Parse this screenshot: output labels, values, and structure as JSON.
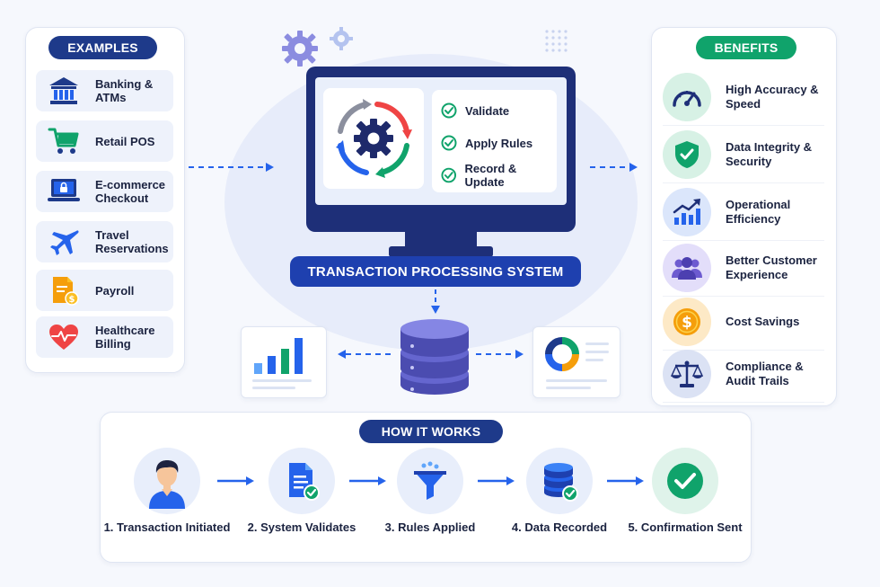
{
  "examples": {
    "title": "EXAMPLES",
    "items": [
      {
        "label": "Banking & ATMs",
        "icon": "bank-icon"
      },
      {
        "label": "Retail POS",
        "icon": "shopping-cart-icon"
      },
      {
        "label": "E-commerce Checkout",
        "icon": "laptop-lock-icon"
      },
      {
        "label": "Travel Reservations",
        "icon": "airplane-icon"
      },
      {
        "label": "Payroll",
        "icon": "payroll-document-icon"
      },
      {
        "label": "Healthcare Billing",
        "icon": "heart-pulse-icon"
      }
    ]
  },
  "center": {
    "system_title": "TRANSACTION PROCESSING SYSTEM",
    "steps": [
      {
        "label": "Validate"
      },
      {
        "label": "Apply Rules"
      },
      {
        "label": "Record & Update"
      }
    ]
  },
  "benefits": {
    "title": "BENEFITS",
    "items": [
      {
        "label": "High Accuracy & Speed",
        "icon": "speedometer-icon",
        "color": "#10a36b"
      },
      {
        "label": "Data Integrity & Security",
        "icon": "shield-check-icon",
        "color": "#10a36b"
      },
      {
        "label": "Operational Efficiency",
        "icon": "growth-chart-icon",
        "color": "#2563eb"
      },
      {
        "label": "Better Customer Experience",
        "icon": "users-icon",
        "color": "#6d5bd0"
      },
      {
        "label": "Cost Savings",
        "icon": "dollar-icon",
        "color": "#f59e0b"
      },
      {
        "label": "Compliance & Audit Trails",
        "icon": "scales-icon",
        "color": "#1e3a8a"
      }
    ]
  },
  "how_it_works": {
    "title": "HOW IT WORKS",
    "steps": [
      {
        "label": "1. Transaction Initiated",
        "icon": "person-icon"
      },
      {
        "label": "2. System Validates",
        "icon": "document-check-icon"
      },
      {
        "label": "3. Rules Applied",
        "icon": "funnel-icon"
      },
      {
        "label": "4. Data Recorded",
        "icon": "database-check-icon"
      },
      {
        "label": "5. Confirmation Sent",
        "icon": "check-circle-icon"
      }
    ]
  },
  "colors": {
    "navy": "#1e3a8a",
    "blue": "#2563eb",
    "green": "#10a36b",
    "red": "#ef4444",
    "orange": "#f59e0b",
    "purple": "#6d5bd0"
  }
}
